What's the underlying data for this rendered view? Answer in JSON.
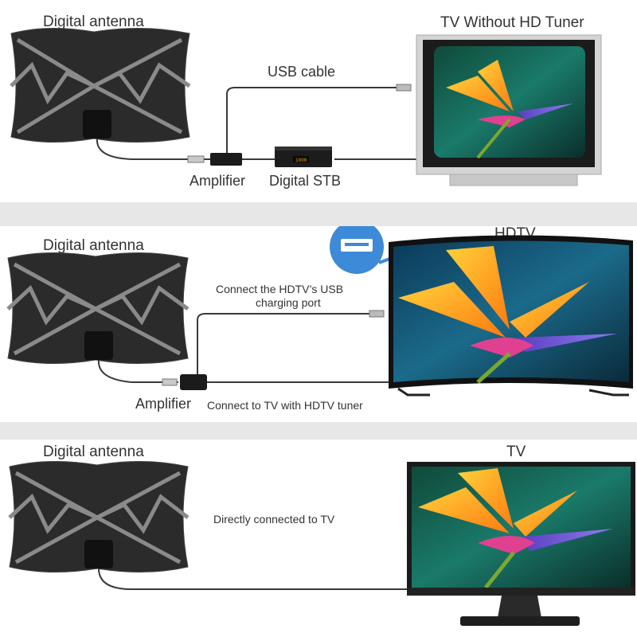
{
  "panels": [
    {
      "antenna_label": "Digital antenna",
      "tv_label": "TV Without HD Tuner",
      "usb_cable_label": "USB cable",
      "amplifier_label": "Amplifier",
      "stb_label": "Digital STB",
      "stb_display": "1000"
    },
    {
      "antenna_label": "Digital antenna",
      "tv_label": "HDTV",
      "usb_note_line1": "Connect the HDTV’s USB",
      "usb_note_line2": "charging port",
      "amplifier_label": "Amplifier",
      "tuner_note": "Connect to TV with HDTV tuner"
    },
    {
      "antenna_label": "Digital antenna",
      "tv_label": "TV",
      "direct_note": "Directly connected to TV"
    }
  ],
  "colors": {
    "divider": "#e7e7e7",
    "antenna": "#2b2b2b",
    "cable": "#3a3a3a",
    "usb_badge": "#3d8ad8"
  },
  "icons": [
    "antenna-icon",
    "amplifier-icon",
    "set-top-box-icon",
    "usb-port-icon",
    "television-icon"
  ]
}
